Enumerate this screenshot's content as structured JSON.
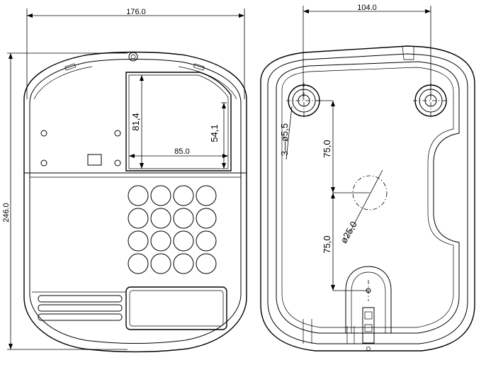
{
  "front_view": {
    "width_dim": "176.0",
    "height_dim": "246.0",
    "window_height_dim": "81,4",
    "window_inner_height_dim": "54,1",
    "window_width_dim": "85.0",
    "keypad_rows": 4,
    "keypad_cols": 4
  },
  "back_view": {
    "hole_spacing_dim": "104.0",
    "hole_diameter_dim": "3—ø5,5",
    "upper_vertical_dim": "75,0",
    "lower_vertical_dim": "75,0",
    "center_diameter_dim": "ø25,0"
  }
}
